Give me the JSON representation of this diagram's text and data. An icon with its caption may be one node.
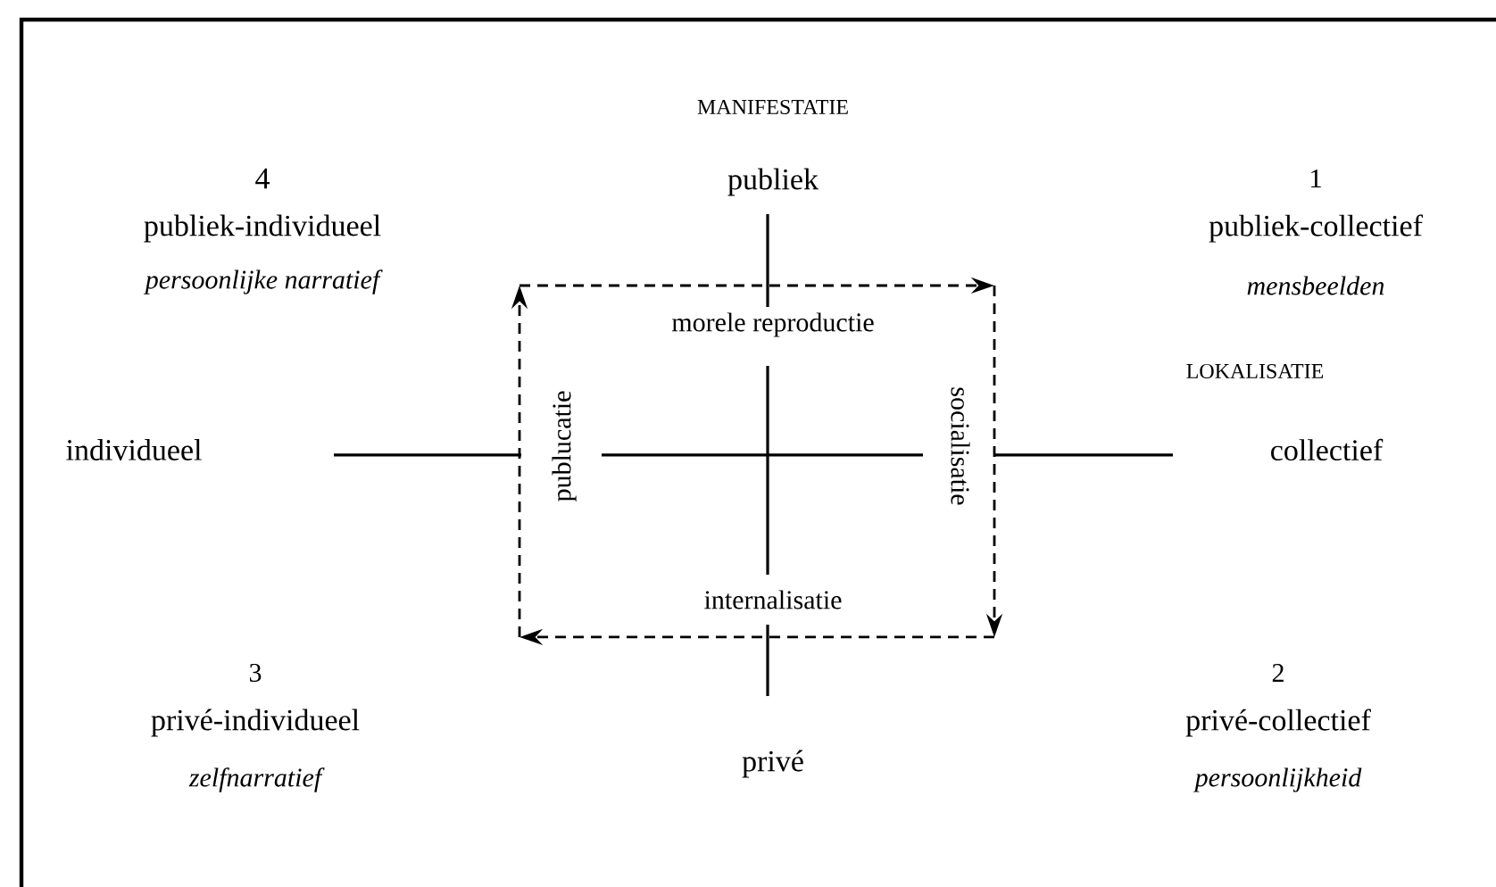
{
  "diagram": {
    "labels": [
      "MANIFESTATIE",
      "4",
      "publiek",
      "1",
      "publiek-individueel",
      "publiek-collectief",
      "persoonlijke narratief",
      "mensbeelden",
      "morele reproductie",
      "LOKALISATIE",
      "individueel",
      "publucatie",
      "socialisatie",
      "collectief",
      "internalisatie",
      "3",
      "2",
      "privé-individueel",
      "privé-collectief",
      "privé",
      "zelfnarratief",
      "persoonlijkheid"
    ]
  }
}
